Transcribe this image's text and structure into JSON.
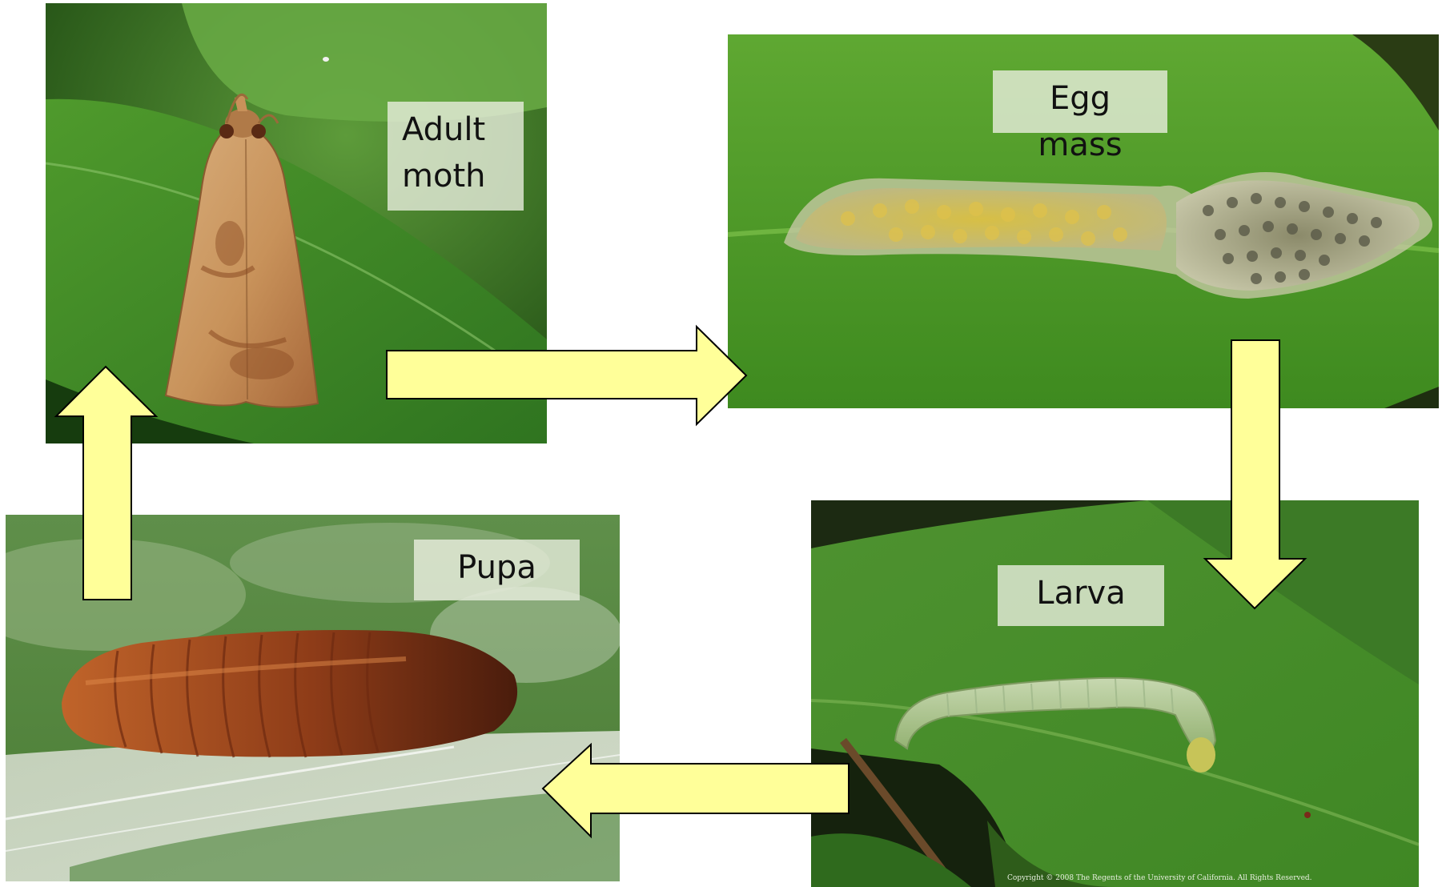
{
  "stages": {
    "adult": {
      "line1": "Adult",
      "line2": "moth"
    },
    "egg": "Egg mass",
    "larva": "Larva",
    "pupa": "Pupa"
  },
  "copyright": "Copyright © 2008 The Regents of the University of California. All Rights Reserved.",
  "colors": {
    "arrow_fill": "#ffff99",
    "arrow_stroke": "#000000",
    "leaf_green": "#4f9a2c",
    "label_bg": "#ecf0e2"
  }
}
